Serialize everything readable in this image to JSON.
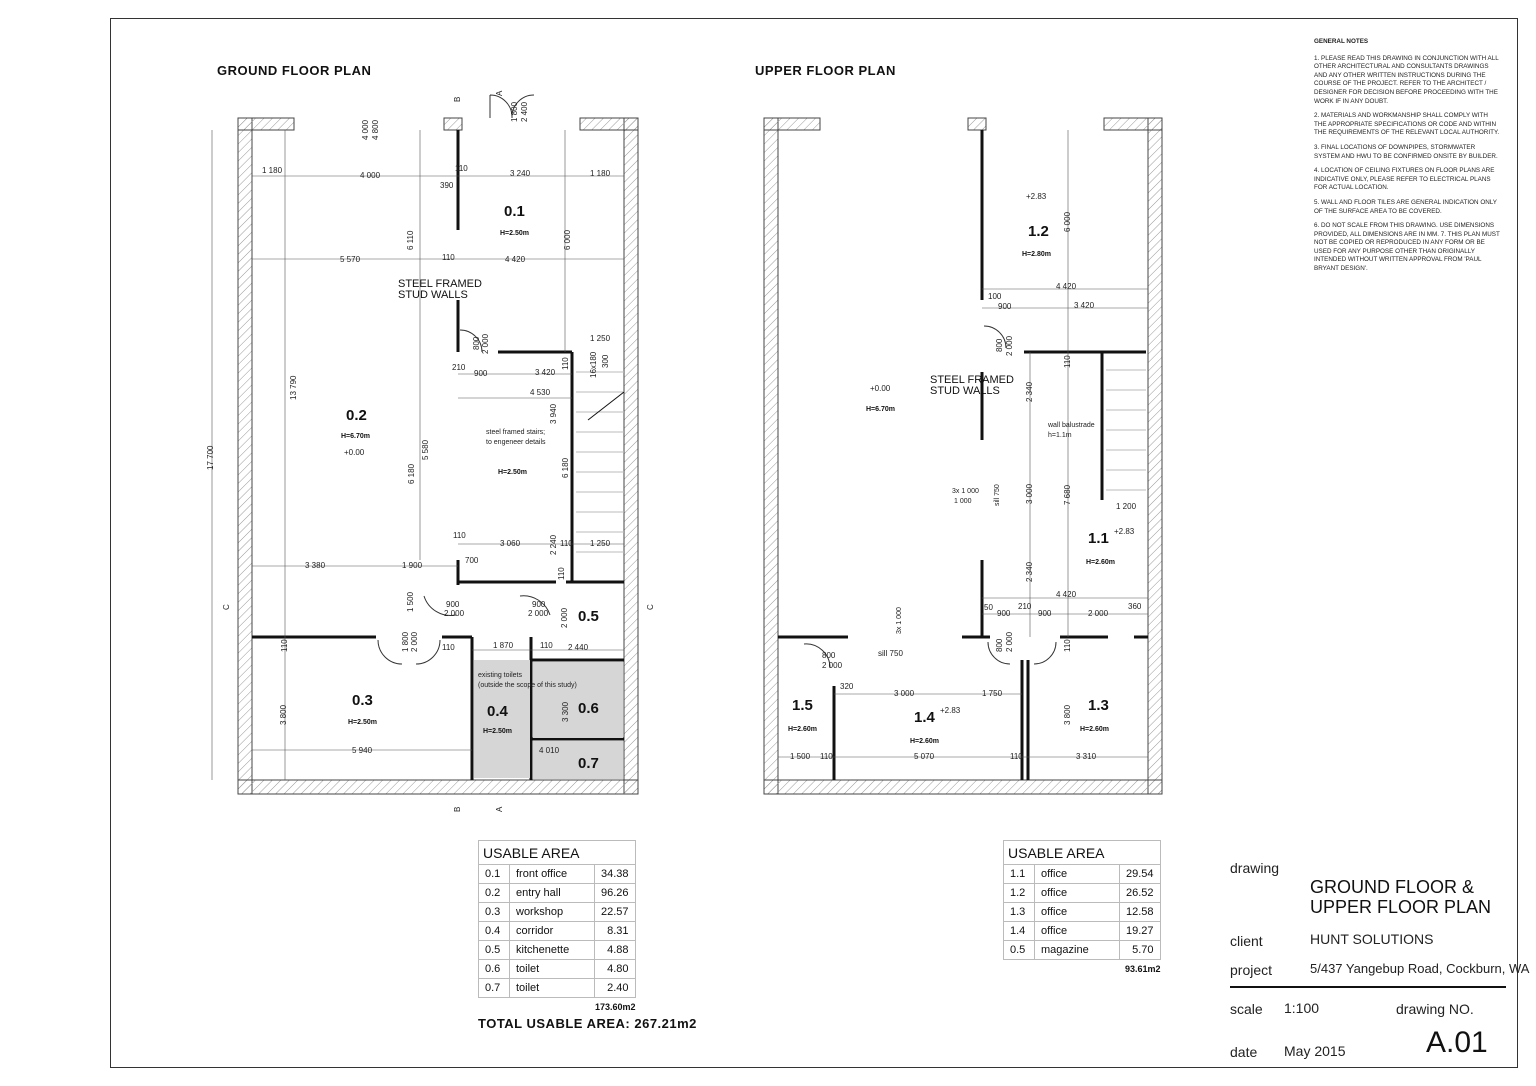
{
  "ground": {
    "title": "GROUND FLOOR PLAN",
    "rooms": [
      {
        "num": "0.1",
        "h": "H=2.50m"
      },
      {
        "num": "0.2",
        "h": "H=6.70m"
      },
      {
        "num": "0.3",
        "h": "H=2.50m"
      },
      {
        "num": "0.4",
        "h": "H=2.50m"
      },
      {
        "num": "0.5"
      },
      {
        "num": "0.6"
      },
      {
        "num": "0.7"
      }
    ],
    "labels": {
      "steel_walls_1": "STEEL FRAMED",
      "steel_walls_2": "STUD WALLS",
      "stairs_1": "steel framed stairs;",
      "stairs_2": "to engeneer details",
      "stairs_h": "H=2.50m",
      "toilets_1": "existing toilets",
      "toilets_2": "(outside the scope of this study)",
      "level": "+0.00",
      "section_a": "A",
      "section_b": "B",
      "section_c": "C",
      "stair_dim": "16x180",
      "stair_dim2": "300"
    },
    "dims": [
      "1 180",
      "4 000",
      "390",
      "110",
      "3 240",
      "1 180",
      "4 000",
      "4 800",
      "1 800",
      "2 400",
      "6 110",
      "6 000",
      "5 570",
      "110",
      "4 420",
      "800",
      "2 000",
      "1 250",
      "210",
      "900",
      "3 420",
      "110",
      "4 530",
      "13 790",
      "3 940",
      "5 580",
      "6 180",
      "6 180",
      "17 700",
      "110",
      "3 060",
      "2 240",
      "110",
      "1 250",
      "3 380",
      "1 900",
      "700",
      "110",
      "900",
      "2 000",
      "900",
      "2 000",
      "2 000",
      "1 500",
      "1 870",
      "110",
      "110",
      "2 440",
      "1 800",
      "2 000",
      "110",
      "3 800",
      "3 300",
      "5 940",
      "4 010"
    ]
  },
  "upper": {
    "title": "UPPER FLOOR PLAN",
    "rooms": [
      {
        "num": "1.1",
        "h": "H=2.60m"
      },
      {
        "num": "1.2",
        "h": "H=2.80m"
      },
      {
        "num": "1.3",
        "h": "H=2.60m"
      },
      {
        "num": "1.4",
        "h": "H=2.60m"
      },
      {
        "num": "1.5",
        "h": "H=2.60m"
      }
    ],
    "void_h": "H=6.70m",
    "labels": {
      "steel_walls_1": "STEEL FRAMED",
      "steel_walls_2": "STUD WALLS",
      "balustrade_1": "wall balustrade",
      "balustrade_2": "h=1.1m",
      "level0": "+0.00",
      "level283": "+2.83",
      "sill": "sill 750",
      "win1": "3x 1 000",
      "win2": "1 000"
    },
    "dims": [
      "6 000",
      "100",
      "900",
      "4 420",
      "3 420",
      "800",
      "2 000",
      "110",
      "2 340",
      "1 200",
      "3 000",
      "7 680",
      "2 340",
      "4 420",
      "50",
      "210",
      "900",
      "2 000",
      "360",
      "900",
      "800",
      "2 000",
      "800",
      "2 000",
      "110",
      "320",
      "3 000",
      "1 750",
      "3 800",
      "1 500",
      "110",
      "5 070",
      "110",
      "3 310"
    ]
  },
  "usable_ground": {
    "title": "USABLE AREA",
    "rows": [
      {
        "id": "0.1",
        "name": "front office",
        "area": "34.38"
      },
      {
        "id": "0.2",
        "name": "entry hall",
        "area": "96.26"
      },
      {
        "id": "0.3",
        "name": "workshop",
        "area": "22.57"
      },
      {
        "id": "0.4",
        "name": "corridor",
        "area": "8.31"
      },
      {
        "id": "0.5",
        "name": "kitchenette",
        "area": "4.88"
      },
      {
        "id": "0.6",
        "name": "toilet",
        "area": "4.80"
      },
      {
        "id": "0.7",
        "name": "toilet",
        "area": "2.40"
      }
    ],
    "total": "173.60m2"
  },
  "total_usable": "TOTAL USABLE AREA: 267.21m2",
  "usable_upper": {
    "title": "USABLE AREA",
    "rows": [
      {
        "id": "1.1",
        "name": "office",
        "area": "29.54"
      },
      {
        "id": "1.2",
        "name": "office",
        "area": "26.52"
      },
      {
        "id": "1.3",
        "name": "office",
        "area": "12.58"
      },
      {
        "id": "1.4",
        "name": "office",
        "area": "19.27"
      },
      {
        "id": "0.5",
        "name": "magazine",
        "area": "5.70"
      }
    ],
    "total": "93.61m2"
  },
  "notes": {
    "title": "GENERAL NOTES",
    "items": [
      "1. PLEASE READ THIS DRAWING IN CONJUNCTION WITH ALL OTHER ARCHITECTURAL AND CONSULTANTS DRAWINGS AND ANY OTHER WRITTEN INSTRUCTIONS DURING THE COURSE OF THE PROJECT. REFER TO THE ARCHITECT / DESIGNER FOR DECISION BEFORE PROCEEDING WITH THE WORK IF IN ANY DOUBT.",
      "2. MATERIALS AND WORKMANSHIP SHALL COMPLY WITH THE APPROPRIATE SPECIFICATIONS OR CODE AND WITHIN THE REQUIREMENTS OF THE RELEVANT LOCAL AUTHORITY.",
      "3. FINAL LOCATIONS OF DOWNPIPES, STORMWATER SYSTEM AND HWU TO BE CONFIRMED ONSITE BY BUILDER.",
      "4. LOCATION OF CEILING FIXTURES ON FLOOR PLANS ARE INDICATIVE ONLY, PLEASE REFER TO ELECTRICAL PLANS FOR ACTUAL LOCATION.",
      "5. WALL AND FLOOR TILES ARE GENERAL INDICATION ONLY OF THE SURFACE AREA TO BE COVERED.",
      "6. DO NOT SCALE FROM THIS DRAWING. USE DIMENSIONS PROVIDED, ALL DIMENSIONS ARE IN MM. 7. THIS PLAN MUST NOT BE COPIED OR REPRODUCED IN ANY FORM OR BE USED FOR ANY PURPOSE OTHER THAN ORIGINALLY INTENDED WITHOUT WRITTEN APPROVAL FROM 'PAUL BRYANT DESIGN'."
    ]
  },
  "titleblock": {
    "drawing_label": "drawing",
    "drawing_line1": "GROUND FLOOR &",
    "drawing_line2": "UPPER FLOOR PLAN",
    "client_label": "client",
    "client": "HUNT SOLUTIONS",
    "project_label": "project",
    "project": "5/437 Yangebup Road, Cockburn, WA",
    "scale_label": "scale",
    "scale": "1:100",
    "drawing_no_label": "drawing NO.",
    "date_label": "date",
    "date": "May 2015",
    "drawing_no": "A.01"
  }
}
